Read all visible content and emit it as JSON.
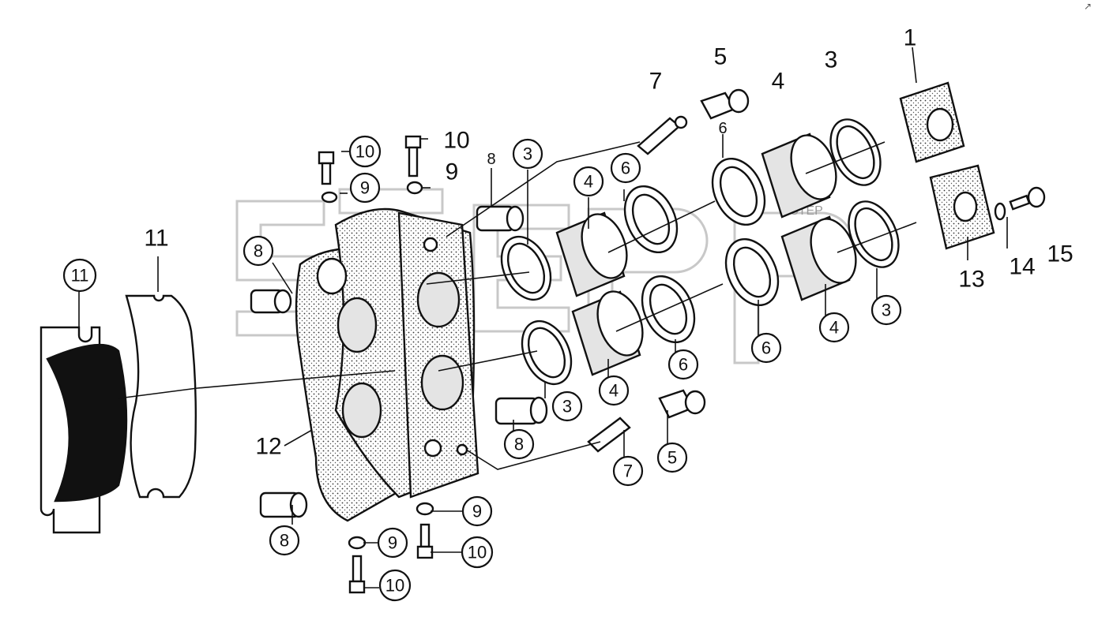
{
  "diagram": {
    "watermark_text": "STEP",
    "corner_mark": "↗",
    "callouts": [
      {
        "id": "c-11-circle",
        "label": "11",
        "circled": true
      },
      {
        "id": "c-11-plain",
        "label": "11",
        "circled": false
      },
      {
        "id": "c-12",
        "label": "12",
        "circled": false
      },
      {
        "id": "c-8-top",
        "label": "8",
        "circled": true
      },
      {
        "id": "c-8-mid",
        "label": "8",
        "circled": false
      },
      {
        "id": "c-8-low",
        "label": "8",
        "circled": true
      },
      {
        "id": "c-8-bottom",
        "label": "8",
        "circled": true
      },
      {
        "id": "c-10-a",
        "label": "10",
        "circled": true
      },
      {
        "id": "c-10-b",
        "label": "10",
        "circled": false
      },
      {
        "id": "c-9-a",
        "label": "9",
        "circled": true
      },
      {
        "id": "c-9-b",
        "label": "9",
        "circled": false
      },
      {
        "id": "c-9-c",
        "label": "9",
        "circled": true
      },
      {
        "id": "c-9-d",
        "label": "9",
        "circled": true
      },
      {
        "id": "c-10-c",
        "label": "10",
        "circled": true
      },
      {
        "id": "c-10-d",
        "label": "10",
        "circled": true
      },
      {
        "id": "c-3-top",
        "label": "3",
        "circled": true
      },
      {
        "id": "c-3-mid",
        "label": "3",
        "circled": true
      },
      {
        "id": "c-3-upper-right",
        "label": "3",
        "circled": false
      },
      {
        "id": "c-3-right",
        "label": "3",
        "circled": true
      },
      {
        "id": "c-4-a",
        "label": "4",
        "circled": true
      },
      {
        "id": "c-4-b",
        "label": "4",
        "circled": true
      },
      {
        "id": "c-4-c",
        "label": "4",
        "circled": false
      },
      {
        "id": "c-4-d",
        "label": "4",
        "circled": true
      },
      {
        "id": "c-6-a",
        "label": "6",
        "circled": true
      },
      {
        "id": "c-6-b",
        "label": "6",
        "circled": false
      },
      {
        "id": "c-6-c",
        "label": "6",
        "circled": true
      },
      {
        "id": "c-6-d",
        "label": "6",
        "circled": true
      },
      {
        "id": "c-7-top",
        "label": "7",
        "circled": false
      },
      {
        "id": "c-7-bottom",
        "label": "7",
        "circled": true
      },
      {
        "id": "c-5-top",
        "label": "5",
        "circled": false
      },
      {
        "id": "c-5-bottom",
        "label": "5",
        "circled": true
      },
      {
        "id": "c-1",
        "label": "1",
        "circled": false
      },
      {
        "id": "c-13",
        "label": "13",
        "circled": false
      },
      {
        "id": "c-14",
        "label": "14",
        "circled": false
      },
      {
        "id": "c-15",
        "label": "15",
        "circled": false
      }
    ]
  }
}
